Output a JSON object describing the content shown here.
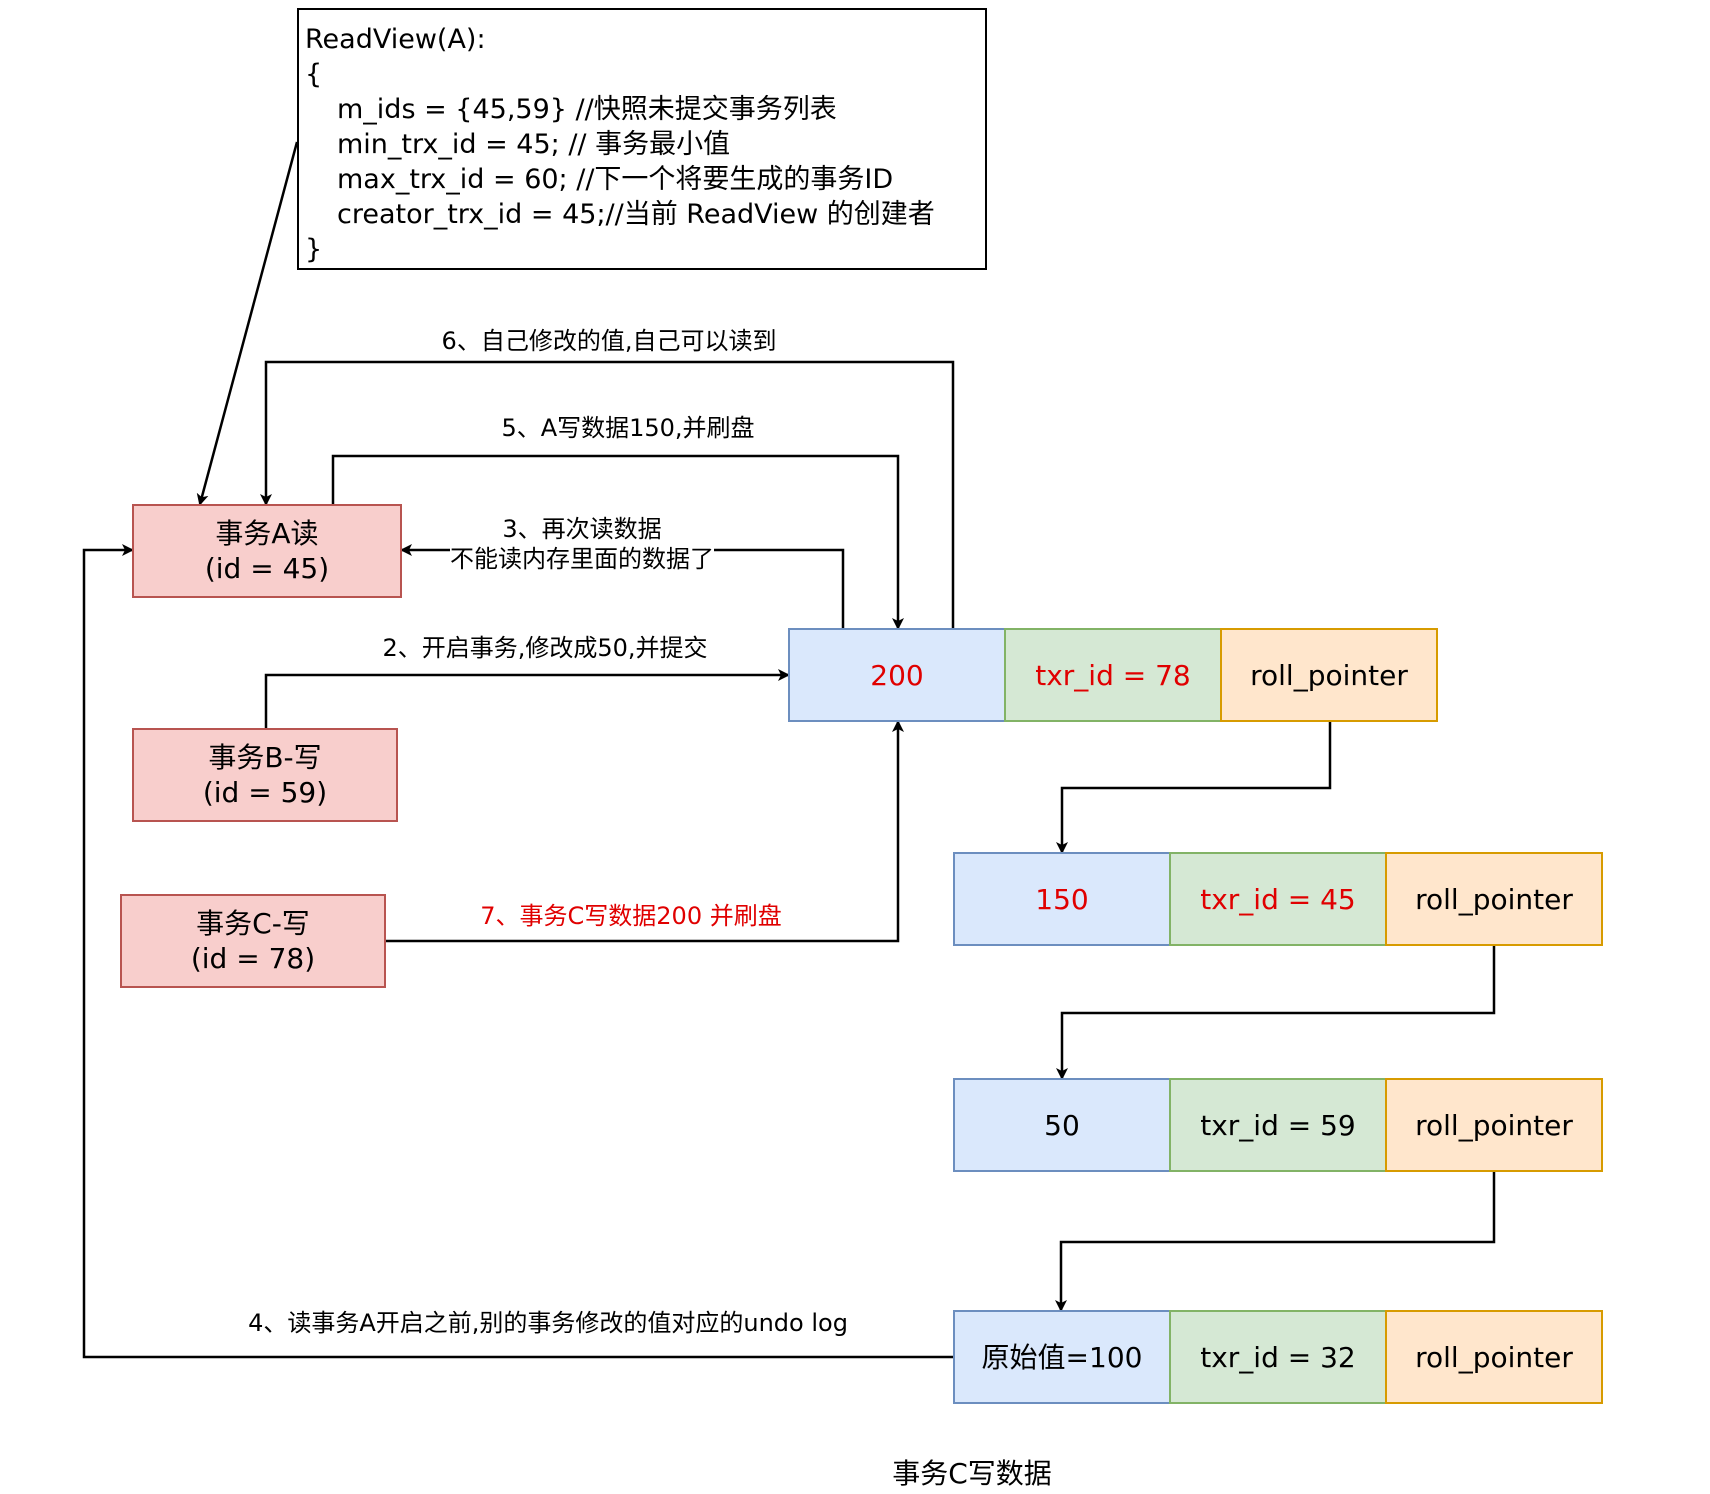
{
  "readview": {
    "title": "ReadView(A):",
    "open": "{",
    "lines": [
      "m_ids = {45,59} //快照未提交事务列表",
      "min_trx_id = 45; // 事务最小值",
      "max_trx_id = 60; //下一个将要生成的事务ID",
      "creator_trx_id = 45;//当前 ReadView 的创建者"
    ],
    "close": "}"
  },
  "transactions": {
    "a": {
      "line1": "事务A读",
      "line2": "(id = 45)"
    },
    "b": {
      "line1": "事务B-写",
      "line2": "(id = 59)"
    },
    "c": {
      "line1": "事务C-写",
      "line2": "(id = 78)"
    }
  },
  "versions": [
    {
      "value": "200",
      "txr": "txr_id = 78",
      "pointer": "roll_pointer"
    },
    {
      "value": "150",
      "txr": "txr_id = 45",
      "pointer": "roll_pointer"
    },
    {
      "value": "50",
      "txr": "txr_id = 59",
      "pointer": "roll_pointer"
    },
    {
      "value": "原始值=100",
      "txr": "txr_id = 32",
      "pointer": "roll_pointer"
    }
  ],
  "steps": {
    "s2": "2、开启事务,修改成50,并提交",
    "s3_line1": "3、再次读数据",
    "s3_line2": "不能读内存里面的数据了",
    "s4": "4、读事务A开启之前,别的事务修改的值对应的undo log",
    "s5": "5、A写数据150,并刷盘",
    "s6": "6、自己修改的值,自己可以读到",
    "s7": "7、事务C写数据200 并刷盘"
  },
  "caption": "事务C写数据",
  "colors": {
    "highlight_text": "#e00000",
    "txn_fill": "#f8cecc",
    "txn_border": "#b85450",
    "value_fill": "#dae8fc",
    "value_border": "#6c8ebf",
    "txr_fill": "#d5e8d4",
    "txr_border": "#82b366",
    "pointer_fill": "#ffe6cc",
    "pointer_border": "#d79b00"
  }
}
